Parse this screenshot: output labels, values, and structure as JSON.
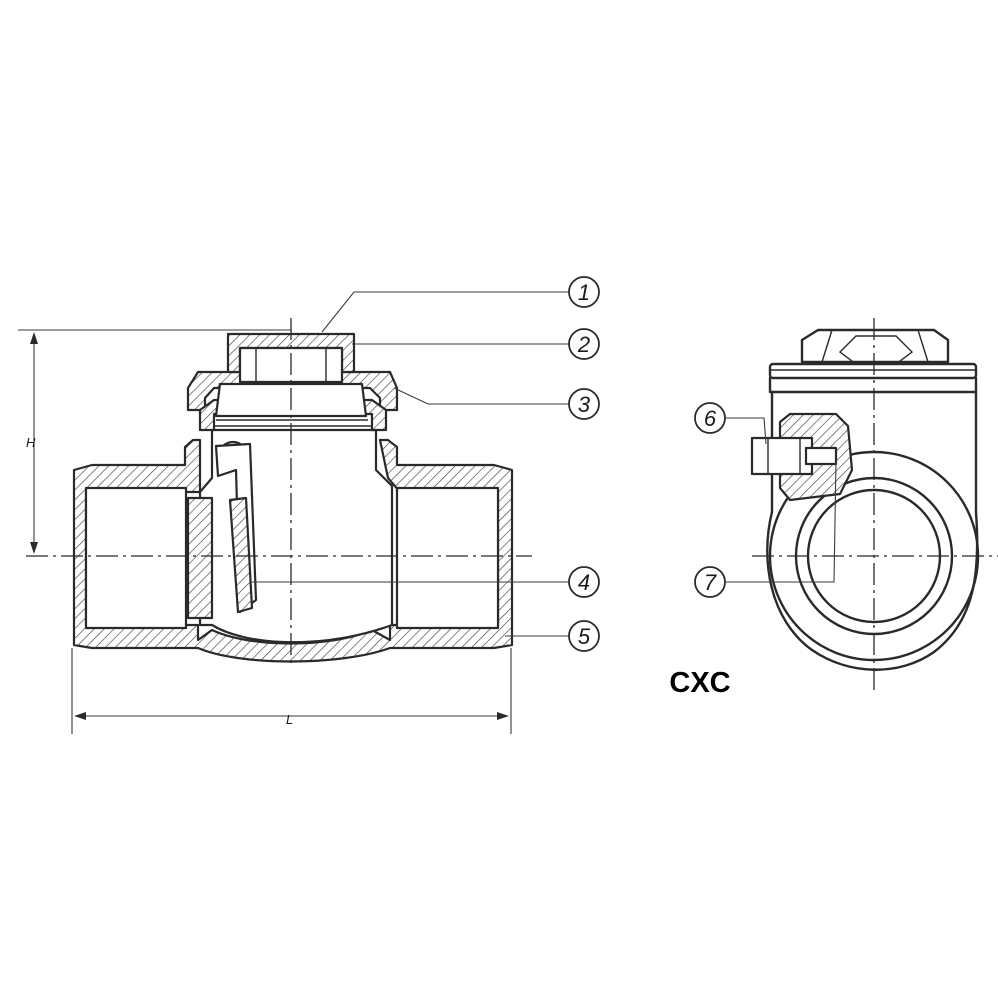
{
  "model_label": "CXC",
  "dimensions": {
    "height_label": "H",
    "length_label": "L"
  },
  "callouts": [
    "1",
    "2",
    "3",
    "4",
    "5",
    "6",
    "7"
  ]
}
